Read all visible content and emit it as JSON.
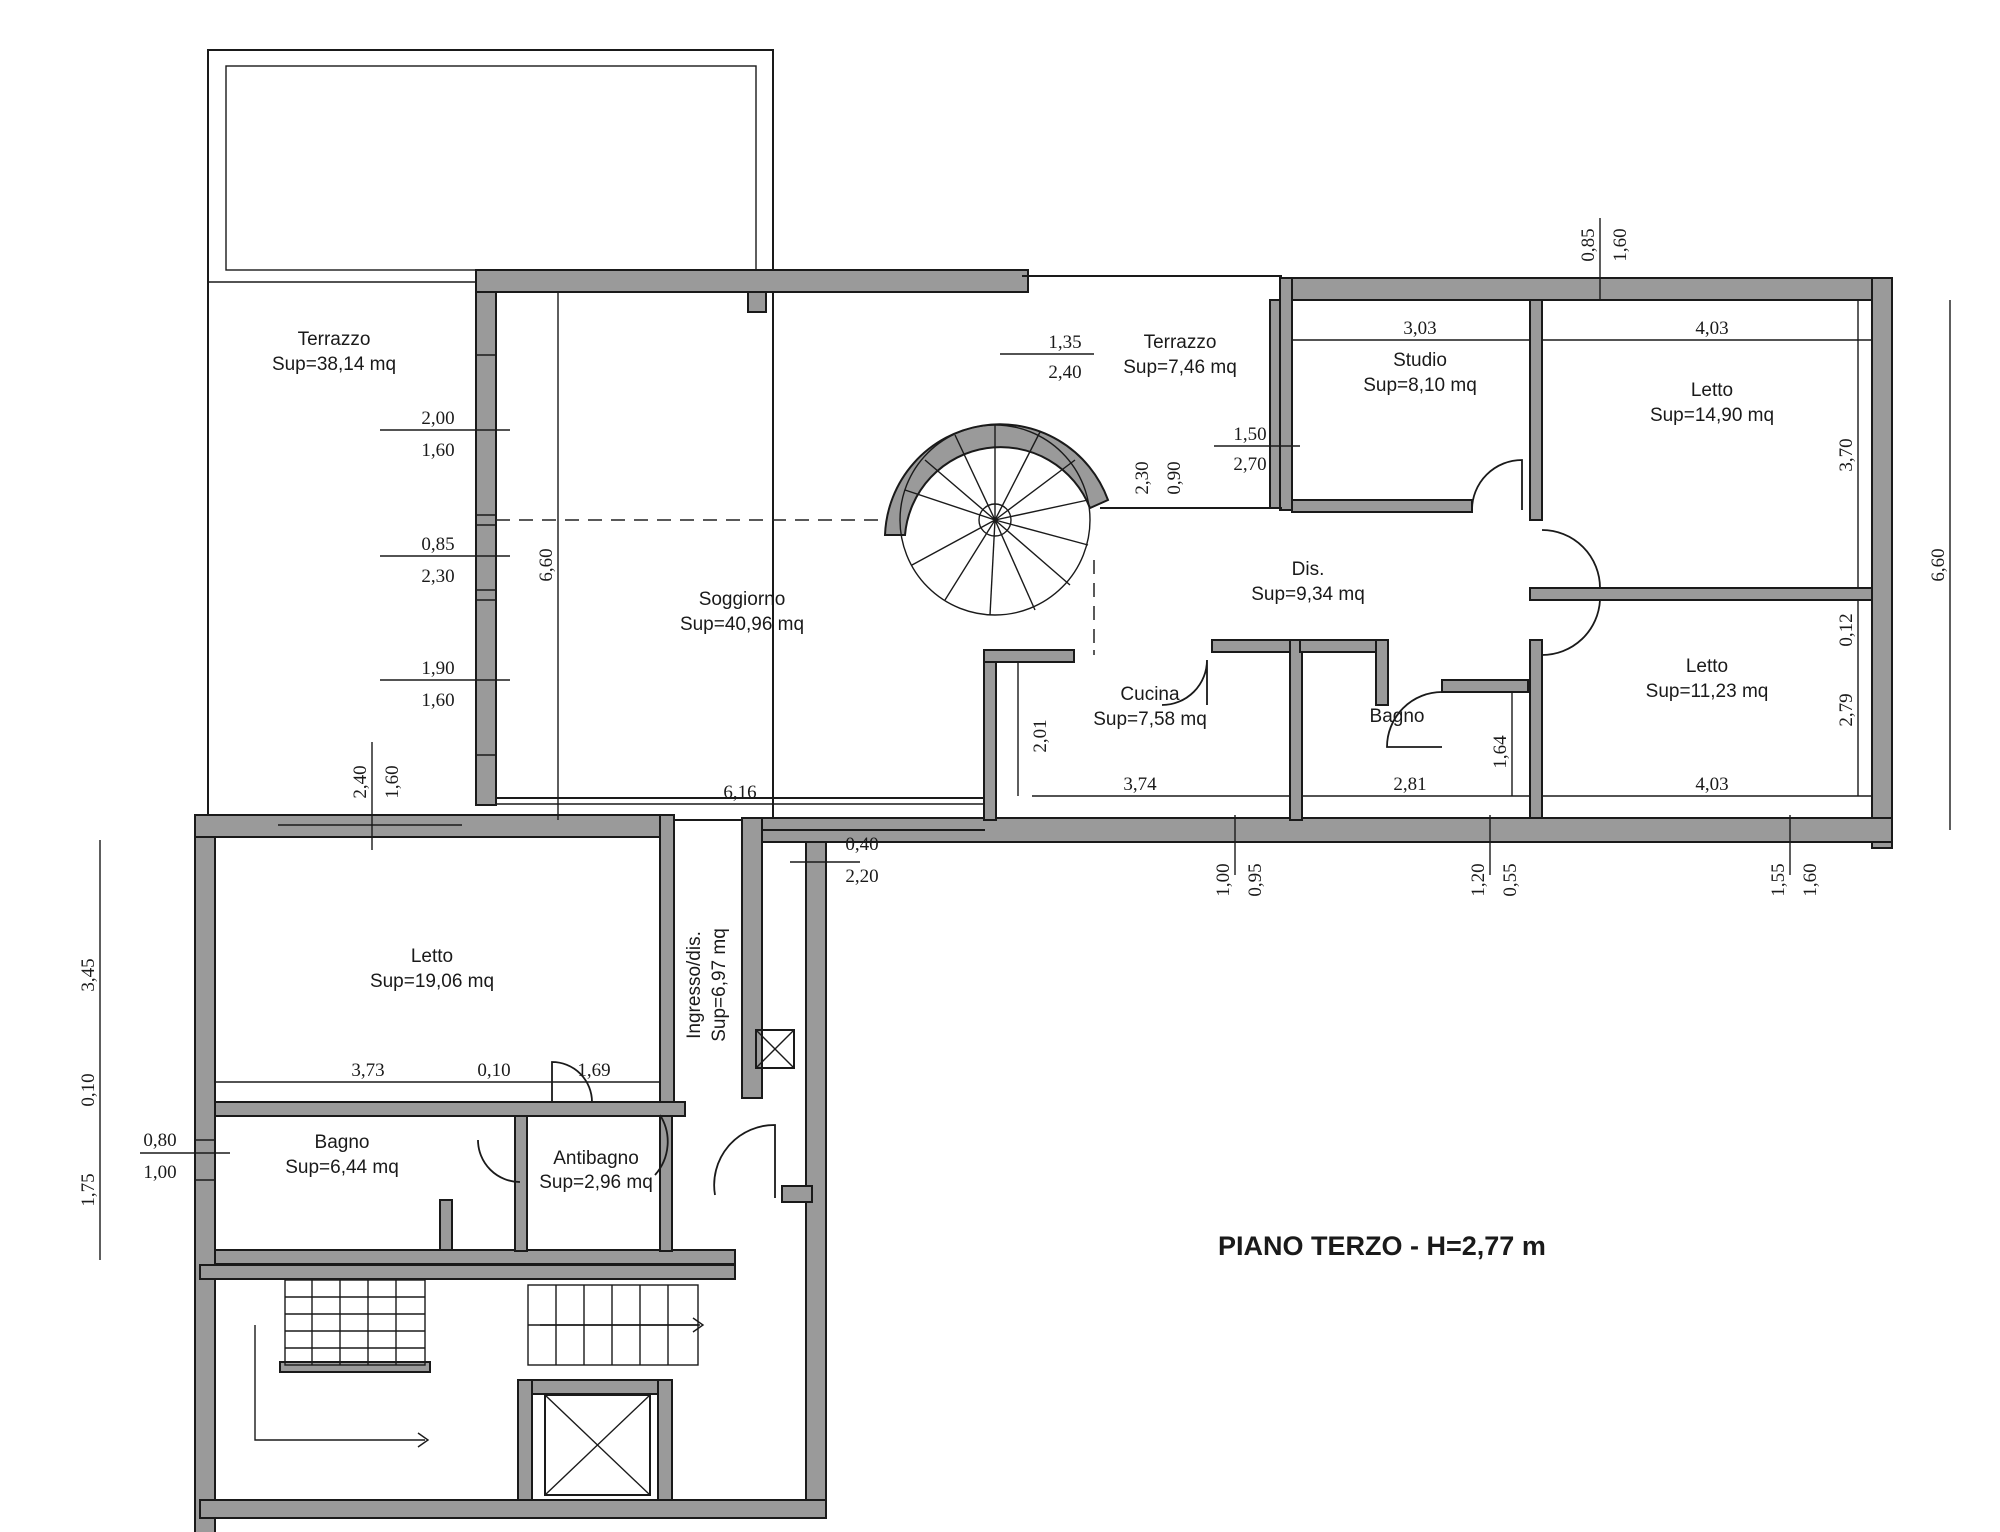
{
  "title": "PIANO TERZO - H=2,77 m",
  "rooms": {
    "terrazzo_large": {
      "name": "Terrazzo",
      "area": "Sup=38,14 mq"
    },
    "soggiorno": {
      "name": "Soggiorno",
      "area": "Sup=40,96 mq"
    },
    "terrazzo_small": {
      "name": "Terrazzo",
      "area": "Sup=7,46 mq"
    },
    "studio": {
      "name": "Studio",
      "area": "Sup=8,10 mq"
    },
    "letto_ne": {
      "name": "Letto",
      "area": "Sup=14,90 mq"
    },
    "dis": {
      "name": "Dis.",
      "area": "Sup=9,34 mq"
    },
    "cucina": {
      "name": "Cucina",
      "area": "Sup=7,58 mq"
    },
    "bagno_center": {
      "name": "Bagno",
      "area": ""
    },
    "letto_se": {
      "name": "Letto",
      "area": "Sup=11,23 mq"
    },
    "letto_sw": {
      "name": "Letto",
      "area": "Sup=19,06 mq"
    },
    "bagno_sw": {
      "name": "Bagno",
      "area": "Sup=6,44 mq"
    },
    "antibagno": {
      "name": "Antibagno",
      "area": "Sup=2,96 mq"
    },
    "ingresso": {
      "name": "Ingresso/dis.",
      "area": "Sup=6,97 mq"
    }
  },
  "dimensions": {
    "w1_top": "2,00",
    "w1_bot": "1,60",
    "w2_top": "0,85",
    "w2_bot": "2,30",
    "w3_top": "1,90",
    "w3_bot": "1,60",
    "soggiorno_height": "6,60",
    "soggiorno_width": "6,16",
    "terr_door_top": "1,35",
    "terr_door_bot": "2,40",
    "studio_win_top": "1,50",
    "studio_win_bot": "2,70",
    "stair_dim_a": "2,30",
    "stair_dim_b": "0,90",
    "studio_width": "3,03",
    "letto_ne_width": "4,03",
    "letto_ne_height": "3,70",
    "top_win_a": "0,85",
    "top_win_b": "1,60",
    "total_height_right": "6,60",
    "wall_012": "0,12",
    "letto_se_height": "2,79",
    "letto_se_width": "4,03",
    "cucina_height": "2,01",
    "cucina_width": "3,74",
    "bagno_width": "2,81",
    "bagno_height": "1,64",
    "win_sw_top": "2,40",
    "win_sw_bot": "1,60",
    "entry_top": "0,40",
    "entry_bot": "2,20",
    "win_cucina_a": "1,00",
    "win_cucina_b": "0,95",
    "win_bagno_a": "1,20",
    "win_bagno_b": "0,55",
    "win_letto_a": "1,55",
    "win_letto_b": "1,60",
    "letto_sw_a": "3,73",
    "letto_sw_b": "0,10",
    "letto_sw_c": "1,69",
    "left_345": "3,45",
    "left_010": "0,10",
    "left_175": "1,75",
    "bagno_win_top": "0,80",
    "bagno_win_bot": "1,00"
  }
}
